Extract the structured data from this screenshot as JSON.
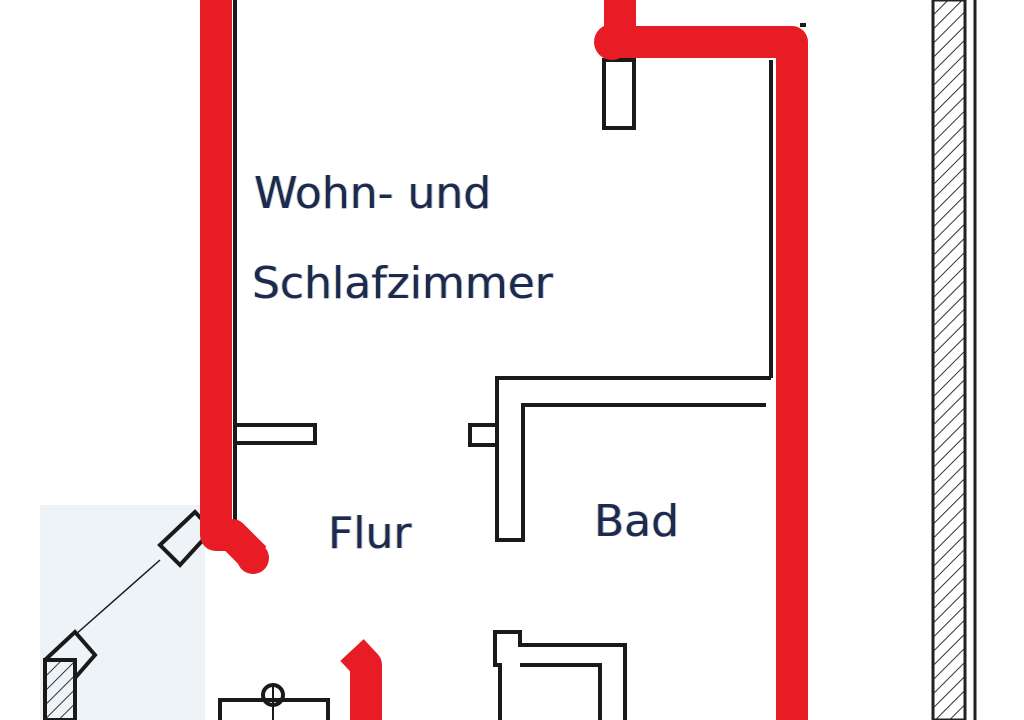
{
  "rooms": {
    "living_line1": "Wohn- und",
    "living_line2": "Schlafzimmer",
    "hall": "Flur",
    "bath": "Bad"
  },
  "colors": {
    "highlight": "#e81c24",
    "wall": "#1a1a1a",
    "text": "#1b2a4e",
    "shade": "#eef3f7"
  }
}
